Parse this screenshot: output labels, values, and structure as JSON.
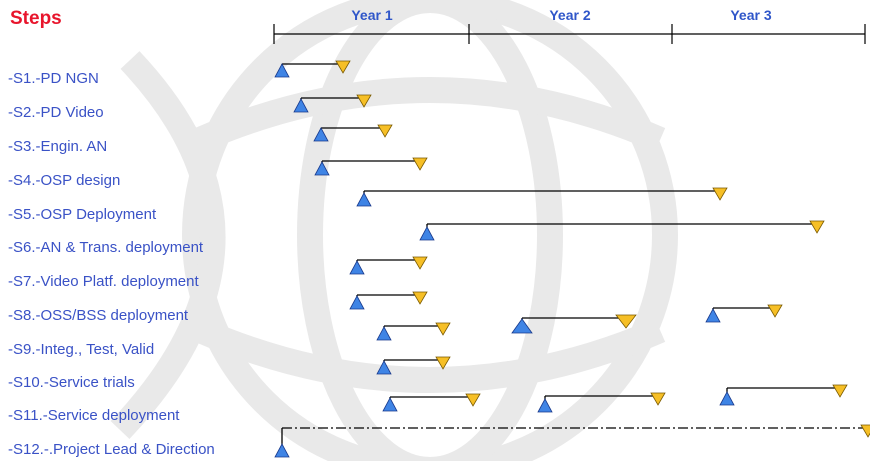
{
  "title": "Steps",
  "years": [
    "Year 1",
    "Year 2",
    "Year 3"
  ],
  "colors": {
    "title": "#e8152c",
    "label": "#3a52c6",
    "start_marker": "#3f84e5",
    "end_marker": "#f6bf26",
    "marker_stroke": "#1a3a8c",
    "line": "#000000",
    "watermark": "#e9e9e9"
  },
  "steps": [
    {
      "label": "-S1.-PD NGN"
    },
    {
      "label": "-S2.-PD Video"
    },
    {
      "label": "-S3.-Engin. AN"
    },
    {
      "label": "-S4.-OSP design"
    },
    {
      "label": "-S5.-OSP Deployment"
    },
    {
      "label": "-S6.-AN & Trans. deployment"
    },
    {
      "label": "-S7.-Video Platf. deployment"
    },
    {
      "label": "-S8.-OSS/BSS deployment"
    },
    {
      "label": "-S9.-Integ., Test, Valid"
    },
    {
      "label": "-S10.-Service trials"
    },
    {
      "label": "-S11.-Service deployment"
    },
    {
      "label": "-S12.-.Project Lead & Direction"
    }
  ]
}
